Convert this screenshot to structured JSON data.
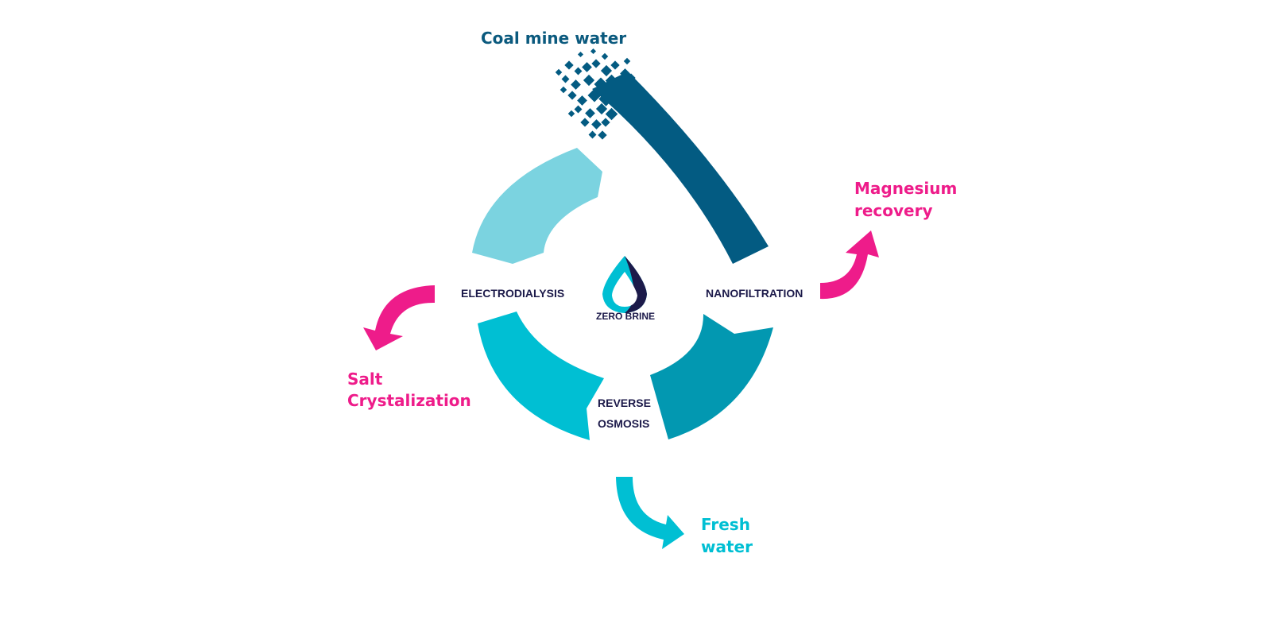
{
  "colors": {
    "dark_teal": "#035b82",
    "light_cyan": "#7bd3e0",
    "cyan": "#00bfd3",
    "mid_teal": "#0298b1",
    "pink": "#ee1c8a",
    "navy_text": "#1c1a4a",
    "coal_text": "#0b5a7e"
  },
  "input": {
    "label": "Coal mine water"
  },
  "center": {
    "logo_icon": "water-drop-icon",
    "brand": "ZERO BRINE"
  },
  "processes": {
    "nanofiltration": "NANOFILTRATION",
    "electrodialysis": "ELECTRODIALYSIS",
    "reverse_osmosis_line1": "REVERSE",
    "reverse_osmosis_line2": "OSMOSIS"
  },
  "outputs": {
    "magnesium_line1": "Magnesium",
    "magnesium_line2": "recovery",
    "salt_line1": "Salt",
    "salt_line2": "Crystalization",
    "fresh_line1": "Fresh",
    "fresh_line2": "water"
  }
}
